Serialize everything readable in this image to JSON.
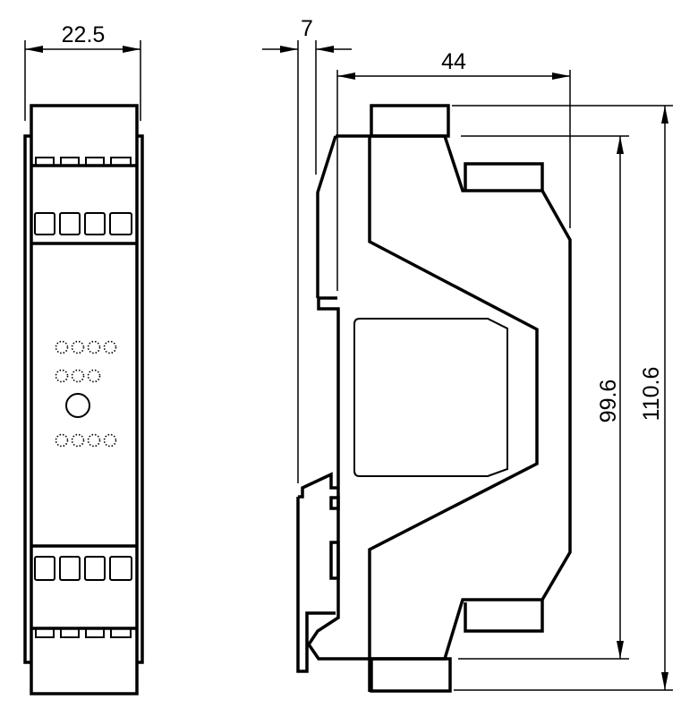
{
  "dimensions": {
    "width_front": "22.5",
    "rail_offset": "7",
    "depth": "44",
    "height_body": "99.6",
    "height_total": "110.6"
  },
  "colors": {
    "line": "#000000",
    "background": "#ffffff"
  }
}
